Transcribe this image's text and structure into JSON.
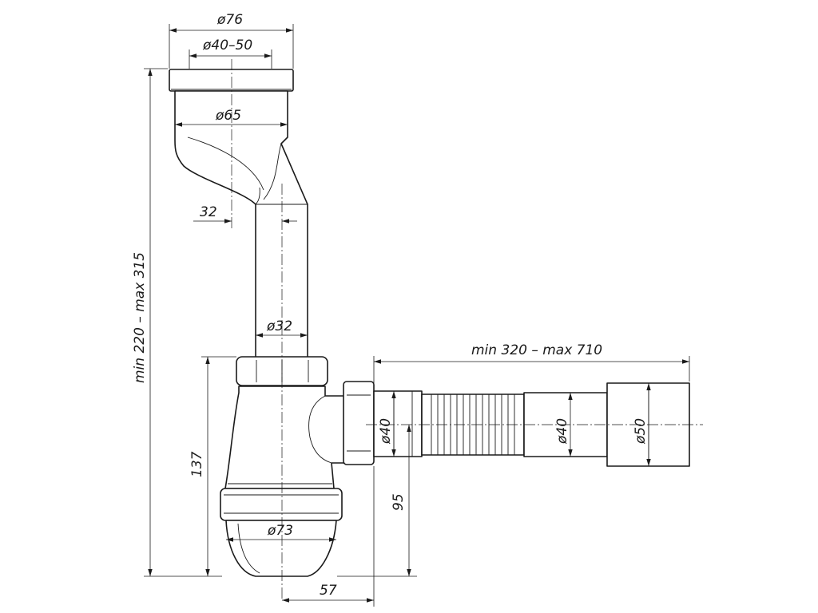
{
  "drawing": {
    "line_color": "#1a1a1a",
    "background": "#ffffff",
    "dimensions": {
      "top_cap_diameter": "ø76",
      "outlet_diameter_range": "ø40–50",
      "funnel_diameter": "ø65",
      "pipe_offset": "32",
      "pipe_diameter": "ø32",
      "total_height": "min 220 – max 315",
      "corrugated_length": "min 320 – max 710",
      "bottle_height": "137",
      "side_outlet_height": "95",
      "side_outlet_offset": "57",
      "bottle_diameter": "ø73",
      "side_inlet_diameter": "ø40",
      "hose_diameter": "ø40",
      "hose_end_diameter": "ø50"
    }
  }
}
